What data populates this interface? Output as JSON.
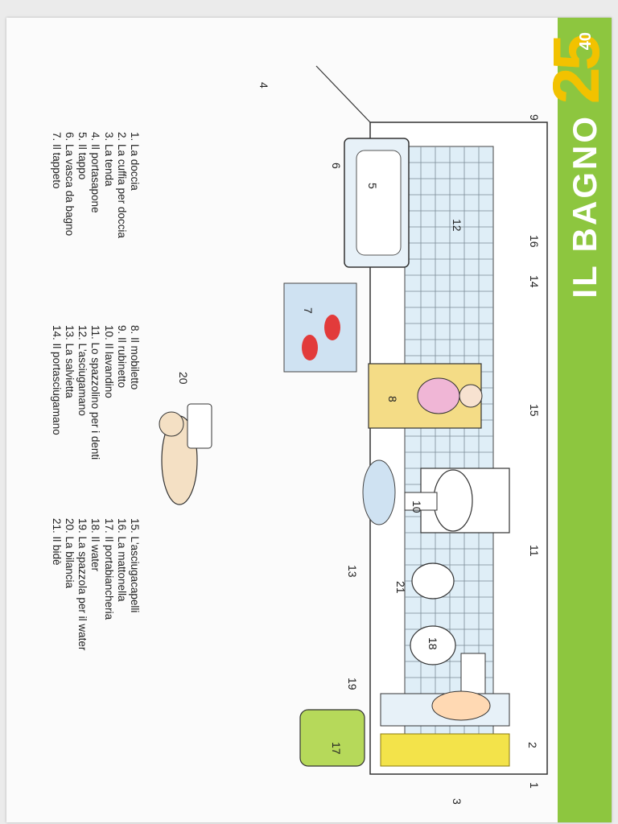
{
  "chapter": {
    "number": "25",
    "title": "IL BAGNO",
    "page_number": "40"
  },
  "colors": {
    "band": "#8dc63f",
    "chapter_number": "#f2c200",
    "tiles": "#dfeef7",
    "curtain": "#f3e34a"
  },
  "illustration": {
    "callouts": [
      "1",
      "2",
      "3",
      "4",
      "5",
      "6",
      "7",
      "8",
      "9",
      "10",
      "11",
      "12",
      "13",
      "14",
      "15",
      "16",
      "17",
      "18",
      "19",
      "20",
      "21"
    ]
  },
  "legend": {
    "col1": [
      "1. La doccia",
      "2. La cuffia per doccia",
      "3. La tenda",
      "4. Il portasapone",
      "5. Il tappo",
      "6. La vasca da bagno",
      "7. Il tappeto"
    ],
    "col2": [
      "8. Il mobiletto",
      "9. Il rubinetto",
      "10. Il lavandino",
      "11. Lo spazzolino per i denti",
      "12. L'asciugamano",
      "13. La salvietta",
      "14. Il portasciugamano"
    ],
    "col3": [
      "15. L'asciugacapelli",
      "16. La mattonella",
      "17. Il portabiancheria",
      "18. Il water",
      "19. La spazzola per il water",
      "20. La bilancia",
      "21. Il bidè"
    ]
  }
}
